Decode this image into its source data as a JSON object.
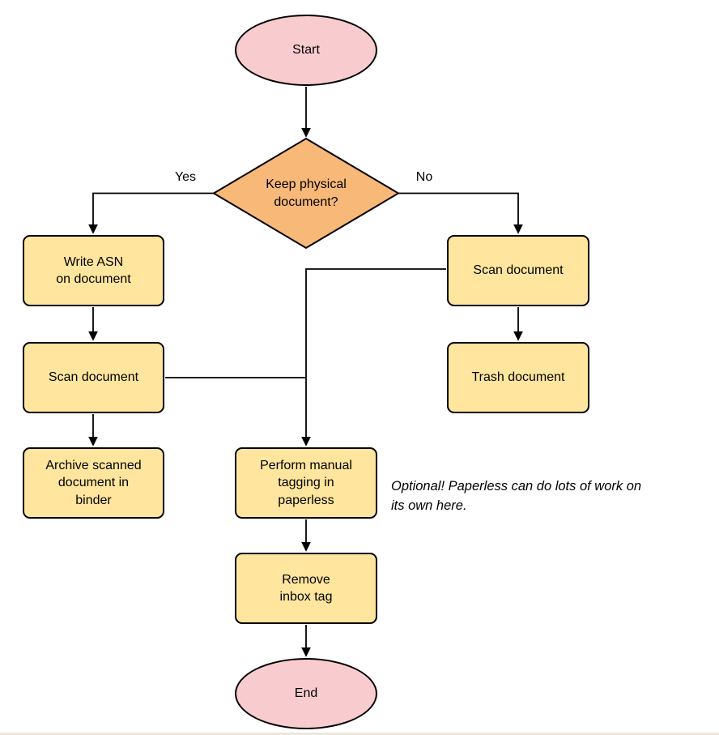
{
  "colors": {
    "terminal_fill": "#F8CCCE",
    "decision_fill": "#F8B878",
    "process_fill": "#FFE59E",
    "stroke": "#000000"
  },
  "diagram": {
    "nodes": {
      "start": {
        "label": "Start"
      },
      "decision": {
        "label": "Keep physical\ndocument?"
      },
      "write_asn": {
        "label": "Write ASN\non document"
      },
      "scan_left": {
        "label": "Scan document"
      },
      "archive": {
        "label": "Archive scanned\ndocument in\nbinder"
      },
      "scan_right": {
        "label": "Scan document"
      },
      "trash": {
        "label": "Trash document"
      },
      "tagging": {
        "label": "Perform manual\ntagging in\npaperless"
      },
      "remove_inbox": {
        "label": "Remove\ninbox tag"
      },
      "end": {
        "label": "End"
      }
    },
    "edge_labels": {
      "yes": "Yes",
      "no": "No"
    },
    "annotation": "Optional! Paperless can do lots of work on\nits own here."
  }
}
